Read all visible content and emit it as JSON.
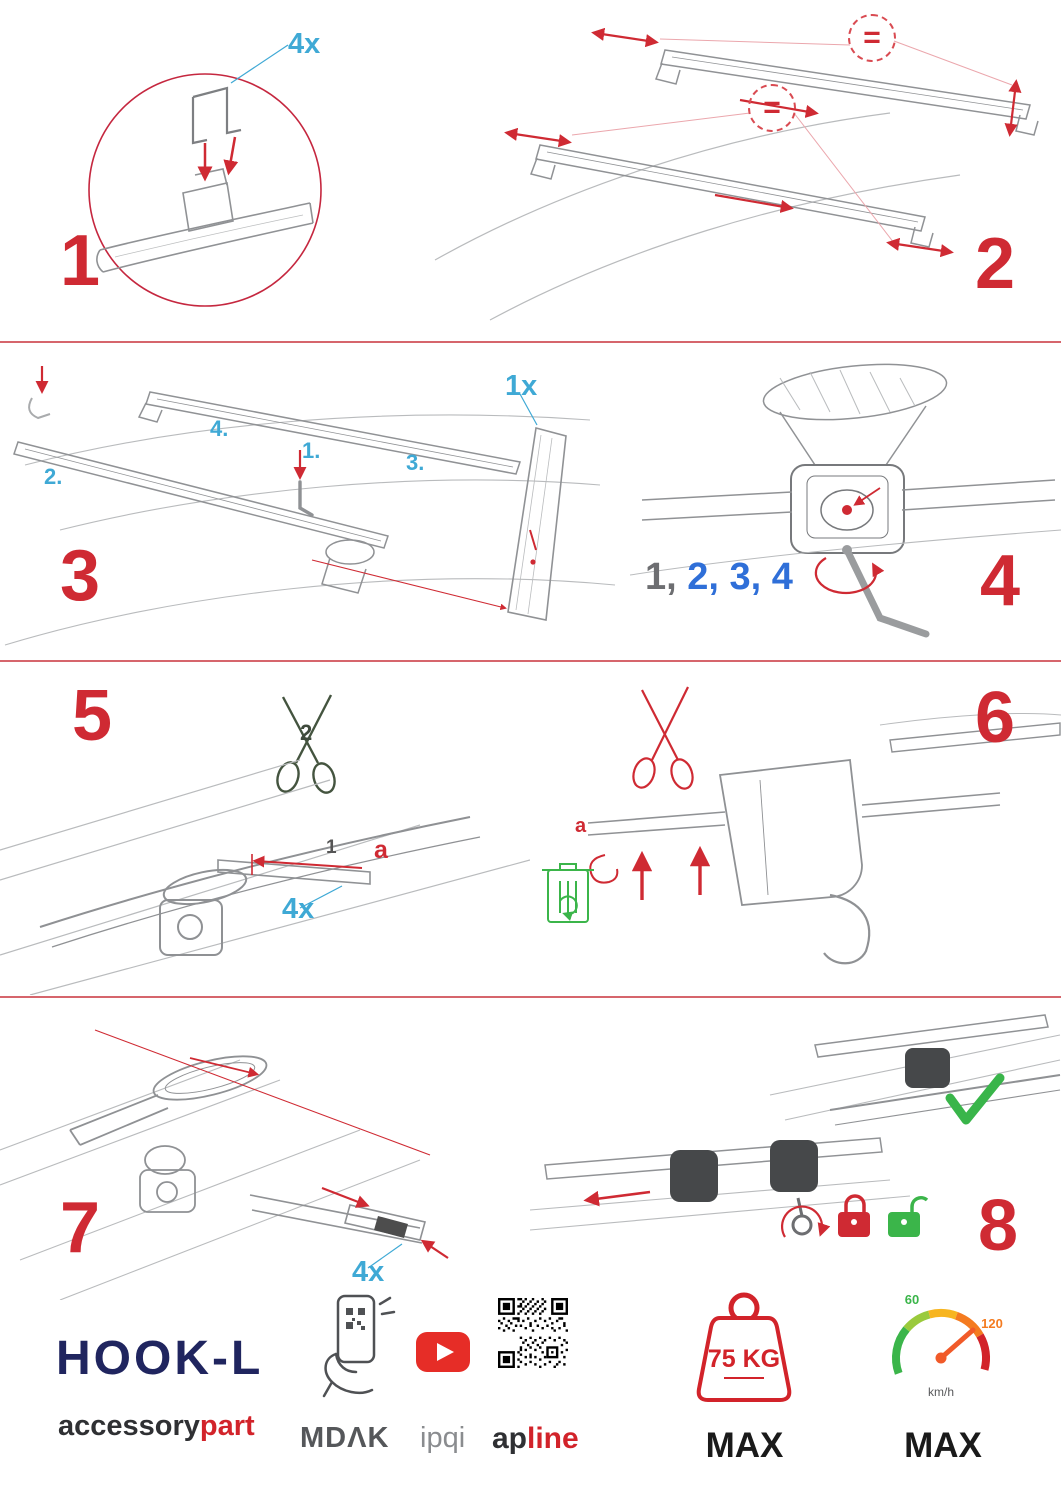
{
  "colors": {
    "red": "#cf2a33",
    "blue": "#3fa9d5",
    "royal_blue": "#2f6fd8",
    "green": "#39b54a",
    "navy": "#20255f",
    "gray_line": "#909295"
  },
  "steps": {
    "s1": {
      "num": "1",
      "qty": "4x"
    },
    "s2": {
      "num": "2",
      "eq_top": "=",
      "eq_mid": "="
    },
    "s3": {
      "num": "3",
      "order1": "1.",
      "order2": "2.",
      "order3": "3.",
      "order4": "4.",
      "qty": "1x"
    },
    "s4": {
      "num": "4",
      "seq_first": "1,",
      "seq_rest": "2, 3, 4"
    },
    "s5": {
      "num": "5",
      "cut_label": "2",
      "pull_label": "1",
      "end_label": "a",
      "qty": "4x"
    },
    "s6": {
      "num": "6",
      "end_label": "a"
    },
    "s7": {
      "num": "7",
      "qty": "4x"
    },
    "s8": {
      "num": "8"
    }
  },
  "footer": {
    "product": "HOOK-L",
    "brand_accessory": "accessory",
    "brand_part": "part",
    "brand_mdak": "MDΛK",
    "brand_ipqi": "ipqi",
    "brand_ap": "ap",
    "brand_line": "line",
    "weight_value": "75 KG",
    "weight_max": "MAX",
    "speed_min": "60",
    "speed_max_label": "120",
    "speed_unit": "km/h",
    "speed_max": "MAX"
  }
}
